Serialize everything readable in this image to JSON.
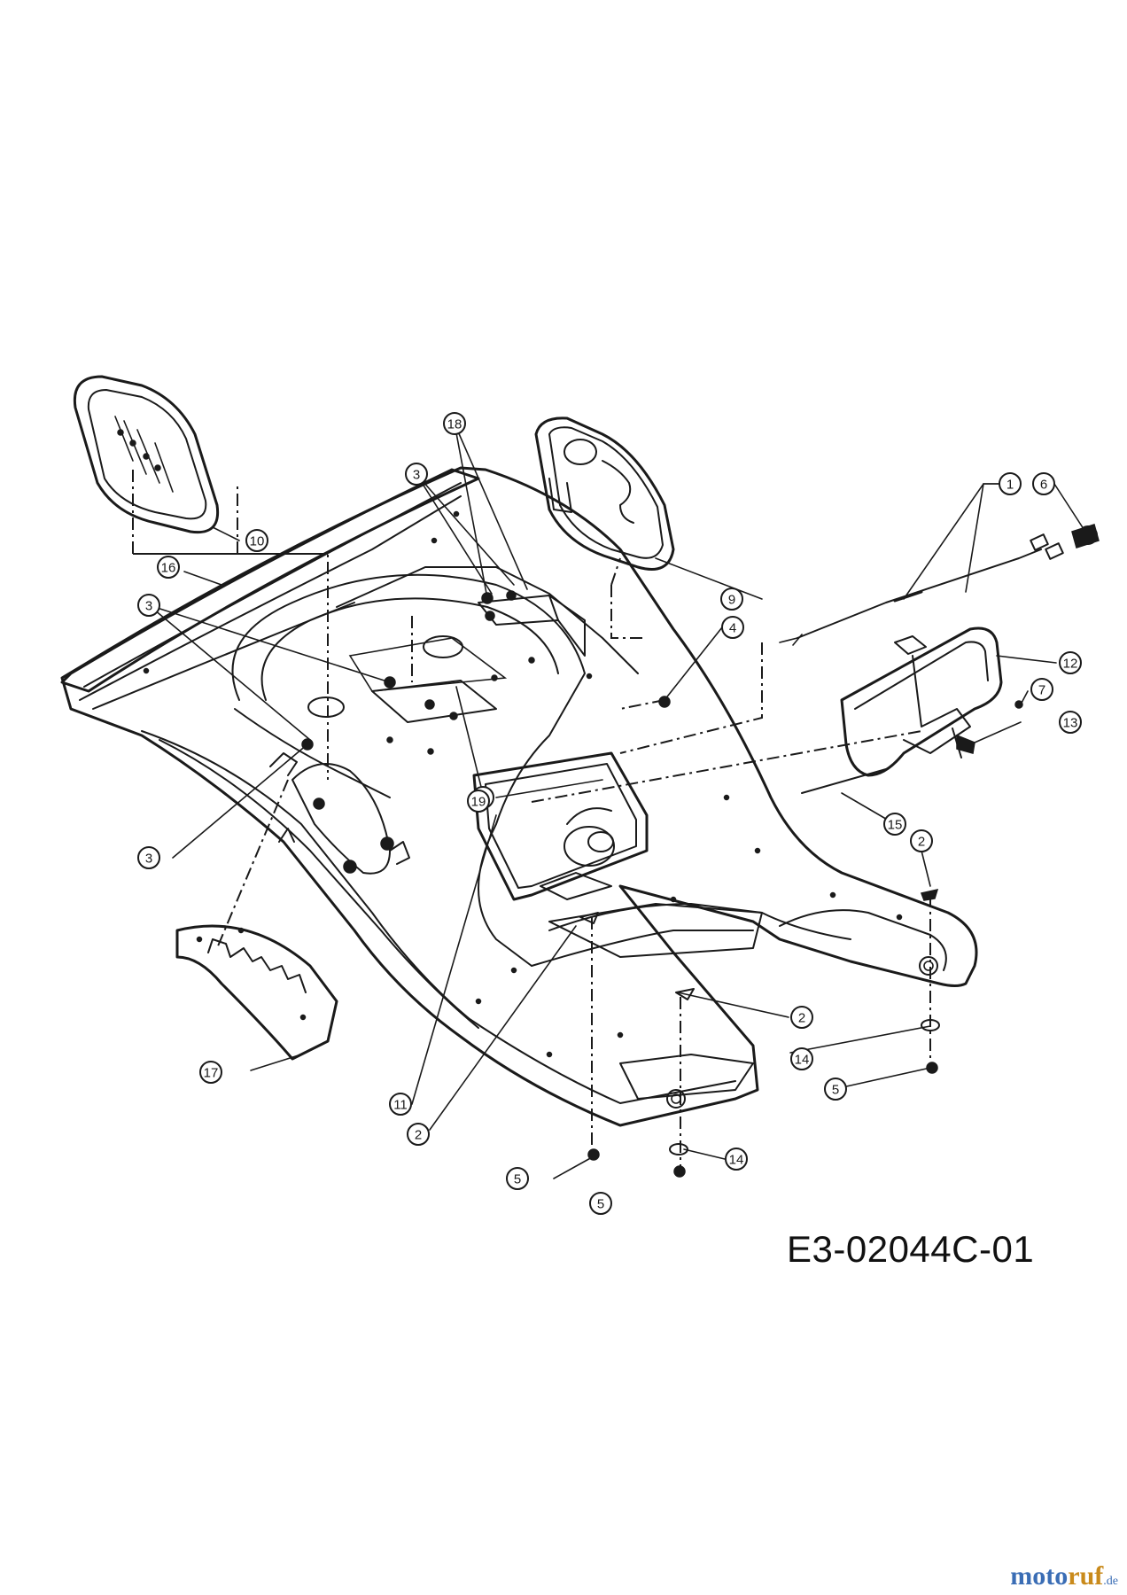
{
  "drawing": {
    "code": "E3-02044C-01",
    "callouts": [
      "1",
      "2",
      "2",
      "2",
      "3",
      "3",
      "3",
      "3",
      "4",
      "5",
      "5",
      "5",
      "6",
      "7",
      "9",
      "10",
      "11",
      "12",
      "13",
      "14",
      "14",
      "15",
      "16",
      "17",
      "18",
      "19"
    ]
  },
  "watermark": {
    "part1": "moto",
    "part2": "ruf",
    "part3": ".de"
  }
}
